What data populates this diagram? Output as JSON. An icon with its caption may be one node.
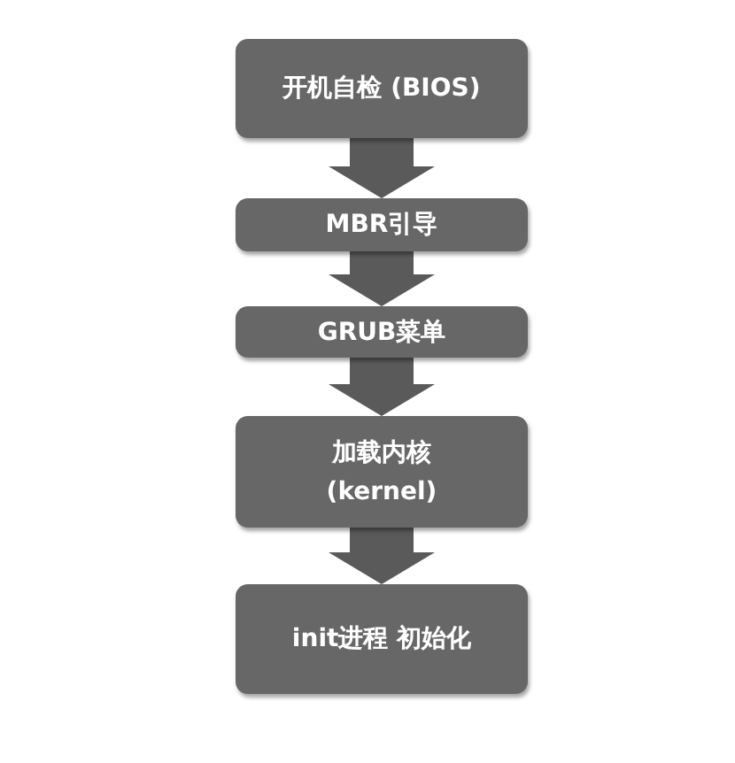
{
  "diagram": {
    "nodes": [
      {
        "text": [
          "开机自检 (BIOS)"
        ]
      },
      {
        "text": [
          "MBR引导"
        ]
      },
      {
        "text": [
          "GRUB菜单"
        ]
      },
      {
        "text": [
          "加载内核 (kernel)"
        ]
      },
      {
        "text": [
          "init进程 初始化"
        ]
      }
    ],
    "edges": [
      {
        "from": 0,
        "to": 1,
        "arrow": "to"
      },
      {
        "from": 1,
        "to": 2,
        "arrow": "to"
      },
      {
        "from": 2,
        "to": 3,
        "arrow": "to"
      },
      {
        "from": 3,
        "to": 4,
        "arrow": "to"
      }
    ]
  }
}
